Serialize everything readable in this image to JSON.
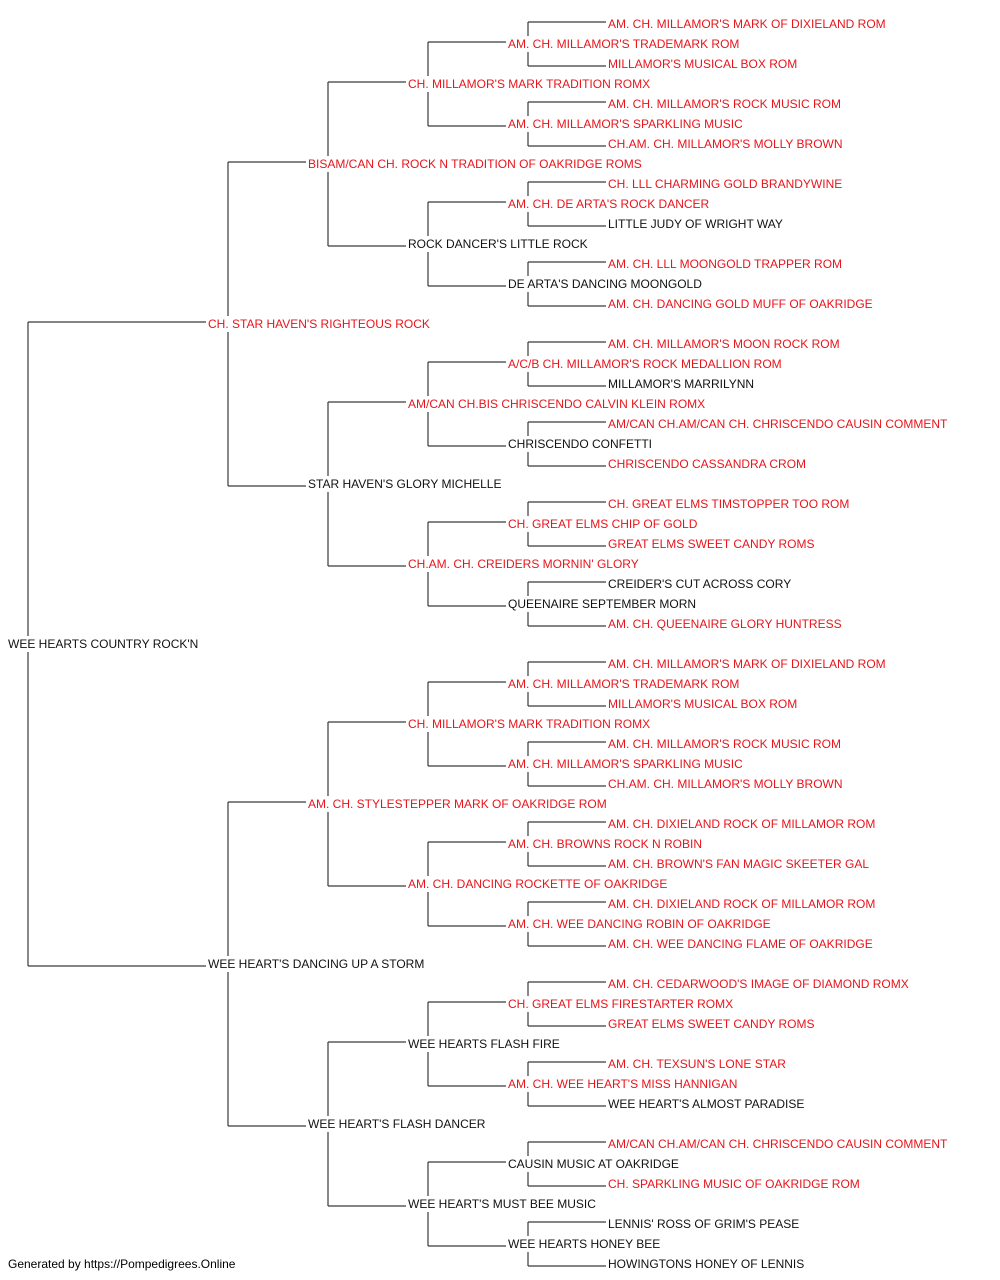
{
  "colors": {
    "champion": "#e8141b",
    "normal": "#111111",
    "line": "#3a3a3a"
  },
  "pedigree": {
    "name": "WEE HEARTS COUNTRY ROCK'N",
    "red": false,
    "sire": {
      "name": "CH. STAR HAVEN'S RIGHTEOUS ROCK",
      "red": true,
      "sire": {
        "name": "BISAM/CAN CH. ROCK N TRADITION OF OAKRIDGE ROMS",
        "red": true,
        "sire": {
          "name": "CH. MILLAMOR'S MARK TRADITION ROMX",
          "red": true,
          "sire": {
            "name": "AM. CH. MILLAMOR'S TRADEMARK ROM",
            "red": true,
            "sire": {
              "name": "AM. CH. MILLAMOR'S MARK OF DIXIELAND ROM",
              "red": true
            },
            "dam": {
              "name": "MILLAMOR'S MUSICAL BOX ROM",
              "red": true
            }
          },
          "dam": {
            "name": "AM. CH. MILLAMOR'S SPARKLING MUSIC",
            "red": true,
            "sire": {
              "name": "AM. CH. MILLAMOR'S ROCK MUSIC ROM",
              "red": true
            },
            "dam": {
              "name": "CH.AM. CH. MILLAMOR'S MOLLY BROWN",
              "red": true
            }
          }
        },
        "dam": {
          "name": "ROCK DANCER'S LITTLE ROCK",
          "red": false,
          "sire": {
            "name": "AM. CH. DE ARTA'S ROCK DANCER",
            "red": true,
            "sire": {
              "name": "CH. LLL CHARMING GOLD BRANDYWINE",
              "red": true
            },
            "dam": {
              "name": "LITTLE JUDY OF WRIGHT WAY",
              "red": false
            }
          },
          "dam": {
            "name": "DE ARTA'S DANCING MOONGOLD",
            "red": false,
            "sire": {
              "name": "AM. CH. LLL MOONGOLD TRAPPER ROM",
              "red": true
            },
            "dam": {
              "name": "AM. CH. DANCING GOLD MUFF OF OAKRIDGE",
              "red": true
            }
          }
        }
      },
      "dam": {
        "name": "STAR HAVEN'S GLORY MICHELLE",
        "red": false,
        "sire": {
          "name": "AM/CAN CH.BIS CHRISCENDO CALVIN KLEIN ROMX",
          "red": true,
          "sire": {
            "name": "A/C/B CH. MILLAMOR'S ROCK MEDALLION ROM",
            "red": true,
            "sire": {
              "name": "AM. CH. MILLAMOR'S MOON ROCK ROM",
              "red": true
            },
            "dam": {
              "name": "MILLAMOR'S MARRILYNN",
              "red": false
            }
          },
          "dam": {
            "name": "CHRISCENDO CONFETTI",
            "red": false,
            "sire": {
              "name": "AM/CAN CH.AM/CAN CH. CHRISCENDO CAUSIN COMMENT",
              "red": true
            },
            "dam": {
              "name": "CHRISCENDO CASSANDRA CROM",
              "red": true
            }
          }
        },
        "dam": {
          "name": "CH.AM. CH. CREIDERS MORNIN' GLORY",
          "red": true,
          "sire": {
            "name": "CH. GREAT ELMS CHIP OF GOLD",
            "red": true,
            "sire": {
              "name": "CH. GREAT ELMS TIMSTOPPER TOO ROM",
              "red": true
            },
            "dam": {
              "name": "GREAT ELMS SWEET CANDY ROMS",
              "red": true
            }
          },
          "dam": {
            "name": "QUEENAIRE SEPTEMBER MORN",
            "red": false,
            "sire": {
              "name": "CREIDER'S CUT ACROSS CORY",
              "red": false
            },
            "dam": {
              "name": "AM. CH. QUEENAIRE GLORY HUNTRESS",
              "red": true
            }
          }
        }
      }
    },
    "dam": {
      "name": "WEE HEART'S DANCING UP A STORM",
      "red": false,
      "sire": {
        "name": "AM. CH. STYLESTEPPER MARK OF OAKRIDGE ROM",
        "red": true,
        "sire": {
          "name": "CH. MILLAMOR'S MARK TRADITION ROMX",
          "red": true,
          "sire": {
            "name": "AM. CH. MILLAMOR'S TRADEMARK ROM",
            "red": true,
            "sire": {
              "name": "AM. CH. MILLAMOR'S MARK OF DIXIELAND ROM",
              "red": true
            },
            "dam": {
              "name": "MILLAMOR'S MUSICAL BOX ROM",
              "red": true
            }
          },
          "dam": {
            "name": "AM. CH. MILLAMOR'S SPARKLING MUSIC",
            "red": true,
            "sire": {
              "name": "AM. CH. MILLAMOR'S ROCK MUSIC ROM",
              "red": true
            },
            "dam": {
              "name": "CH.AM. CH. MILLAMOR'S MOLLY BROWN",
              "red": true
            }
          }
        },
        "dam": {
          "name": "AM. CH. DANCING ROCKETTE OF OAKRIDGE",
          "red": true,
          "sire": {
            "name": "AM. CH. BROWNS ROCK N ROBIN",
            "red": true,
            "sire": {
              "name": "AM. CH. DIXIELAND ROCK OF MILLAMOR ROM",
              "red": true
            },
            "dam": {
              "name": "AM. CH. BROWN'S FAN MAGIC SKEETER GAL",
              "red": true
            }
          },
          "dam": {
            "name": "AM. CH. WEE DANCING ROBIN OF OAKRIDGE",
            "red": true,
            "sire": {
              "name": "AM. CH. DIXIELAND ROCK OF MILLAMOR ROM",
              "red": true
            },
            "dam": {
              "name": "AM. CH. WEE DANCING FLAME OF OAKRIDGE",
              "red": true
            }
          }
        }
      },
      "dam": {
        "name": "WEE HEART'S FLASH DANCER",
        "red": false,
        "sire": {
          "name": "WEE HEARTS FLASH FIRE",
          "red": false,
          "sire": {
            "name": "CH. GREAT ELMS FIRESTARTER ROMX",
            "red": true,
            "sire": {
              "name": "AM. CH. CEDARWOOD'S IMAGE OF DIAMOND ROMX",
              "red": true
            },
            "dam": {
              "name": "GREAT ELMS SWEET CANDY ROMS",
              "red": true
            }
          },
          "dam": {
            "name": "AM. CH. WEE HEART'S MISS HANNIGAN",
            "red": true,
            "sire": {
              "name": "AM. CH. TEXSUN'S LONE STAR",
              "red": true
            },
            "dam": {
              "name": "WEE HEART'S ALMOST PARADISE",
              "red": false
            }
          }
        },
        "dam": {
          "name": "WEE HEART'S MUST BEE MUSIC",
          "red": false,
          "sire": {
            "name": "CAUSIN MUSIC AT OAKRIDGE",
            "red": false,
            "sire": {
              "name": "AM/CAN CH.AM/CAN CH. CHRISCENDO CAUSIN COMMENT",
              "red": true
            },
            "dam": {
              "name": "CH. SPARKLING MUSIC OF OAKRIDGE ROM",
              "red": true
            }
          },
          "dam": {
            "name": "WEE HEARTS HONEY BEE",
            "red": false,
            "sire": {
              "name": "LENNIS' ROSS OF GRIM'S PEASE",
              "red": false
            },
            "dam": {
              "name": "HOWINGTONS HONEY OF LENNIS",
              "red": false
            }
          }
        }
      }
    }
  },
  "footer": {
    "text": "Generated by https://Pompedigrees.Online"
  }
}
